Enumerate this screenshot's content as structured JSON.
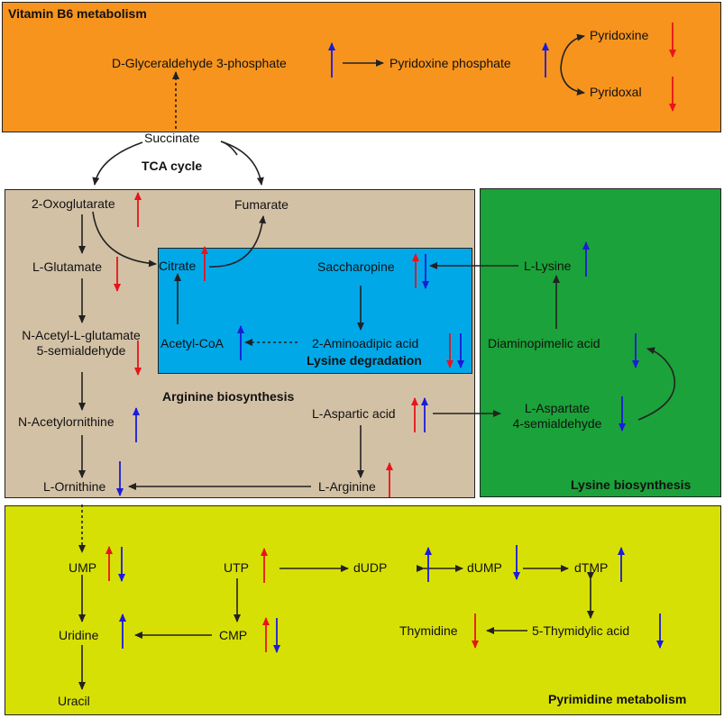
{
  "pathways": {
    "vitamin_b6": "Vitamin B6 metabolism",
    "tca": "TCA cycle",
    "lysine_degradation": "Lysine degradation",
    "arginine": "Arginine biosynthesis",
    "lysine_biosynthesis": "Lysine biosynthesis",
    "pyrimidine": "Pyrimidine metabolism"
  },
  "colors": {
    "vitamin_b6": "#F7941D",
    "arginine": "#D3C1A5",
    "lysine_degradation": "#00A8E8",
    "lysine_biosynthesis": "#1BA23A",
    "pyrimidine": "#D7E005",
    "up_red": "#E8141B",
    "down_red": "#E8141B",
    "blue": "#1B1BD9",
    "edge": "#222222"
  },
  "metabolites": {
    "glyceraldehyde": "D-Glyceraldehyde 3-phosphate",
    "pyridoxine_phosphate": "Pyridoxine phosphate",
    "pyridoxine": "Pyridoxine",
    "pyridoxal": "Pyridoxal",
    "succinate": "Succinate",
    "fumarate": "Fumarate",
    "oxoglutarate": "2-Oxoglutarate",
    "glutamate": "L-Glutamate",
    "citrate": "Citrate",
    "saccharopine": "Saccharopine",
    "lysine": "L-Lysine",
    "acetylcoa": "Acetyl-CoA",
    "aminoadipic": "2-Aminoadipic acid",
    "diaminopimelic": "Diaminopimelic acid",
    "nacetylglutamate_1": "N-Acetyl-L-glutamate",
    "nacetylglutamate_2": "5-semialdehyde",
    "nacetylornithine": "N-Acetylornithine",
    "aspartic": "L-Aspartic acid",
    "aspartate_sa_1": "L-Aspartate",
    "aspartate_sa_2": "4-semialdehyde",
    "ornithine": "L-Ornithine",
    "arginine": "L-Arginine",
    "ump": "UMP",
    "utp": "UTP",
    "dudp": "dUDP",
    "dump": "dUMP",
    "dtmp": "dTMP",
    "uridine": "Uridine",
    "cmp": "CMP",
    "thymidine": "Thymidine",
    "thymidylic": "5-Thymidylic acid",
    "uracil": "Uracil"
  }
}
